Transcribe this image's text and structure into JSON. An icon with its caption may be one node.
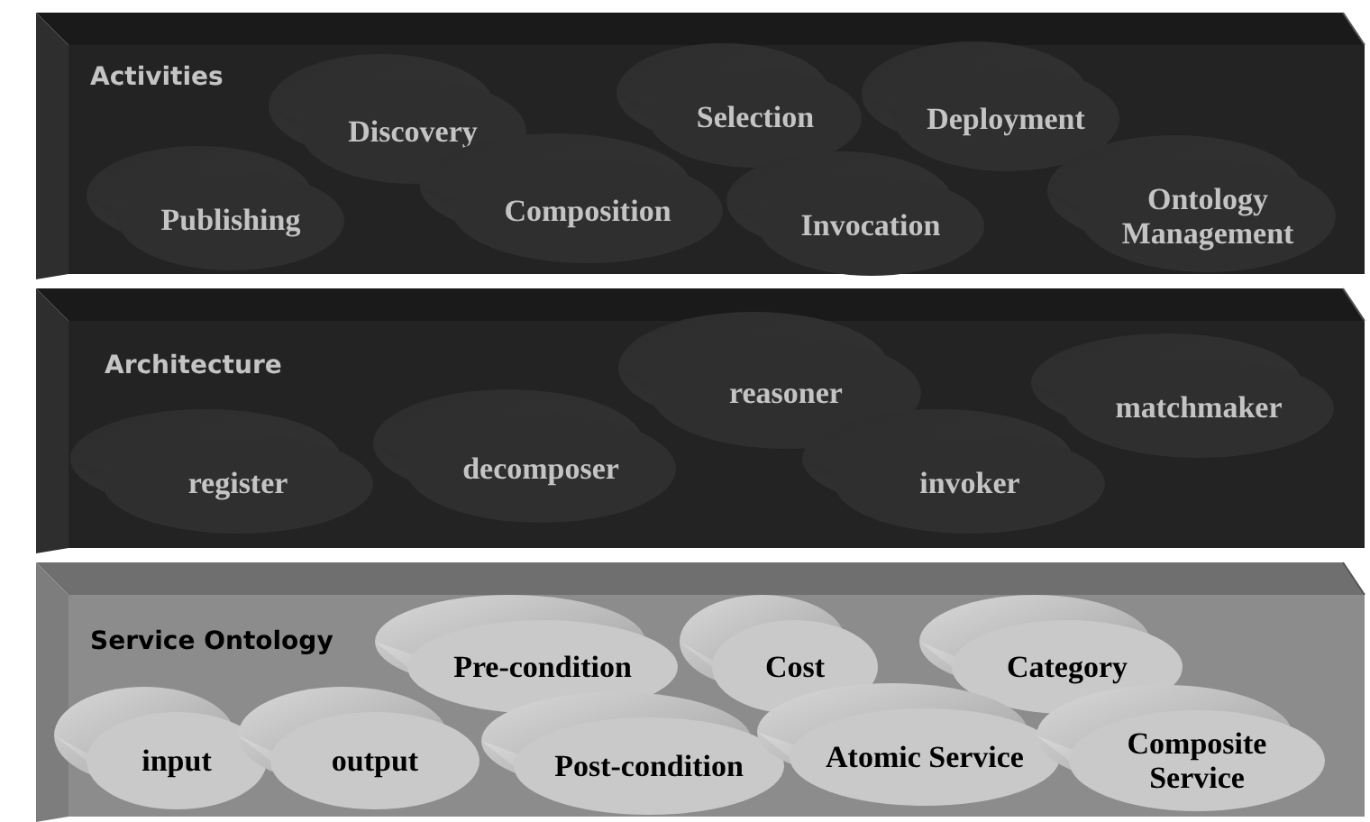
{
  "diagram": {
    "nodes": [
      {
        "text": [
          "Activities"
        ]
      },
      {
        "text": [
          "Discovery"
        ],
        "in": 0
      },
      {
        "text": [
          "Selection"
        ],
        "in": 0
      },
      {
        "text": [
          "Deployment"
        ],
        "in": 0
      },
      {
        "text": [
          "Publishing"
        ],
        "in": 0
      },
      {
        "text": [
          "Composition"
        ],
        "in": 0
      },
      {
        "text": [
          "Invocation"
        ],
        "in": 0
      },
      {
        "text": [
          "Ontology Management"
        ],
        "in": 0
      },
      {
        "text": [
          "Architecture"
        ]
      },
      {
        "text": [
          "reasoner"
        ],
        "in": 8
      },
      {
        "text": [
          "matchmaker"
        ],
        "in": 8
      },
      {
        "text": [
          "decomposer"
        ],
        "in": 8
      },
      {
        "text": [
          "register"
        ],
        "in": 8
      },
      {
        "text": [
          "invoker"
        ],
        "in": 8
      },
      {
        "text": [
          "Service Ontology"
        ]
      },
      {
        "text": [
          "Pre-condition"
        ],
        "in": 14
      },
      {
        "text": [
          "Cost"
        ],
        "in": 14
      },
      {
        "text": [
          "Category"
        ],
        "in": 14
      },
      {
        "text": [
          "input"
        ],
        "in": 14
      },
      {
        "text": [
          "output"
        ],
        "in": 14
      },
      {
        "text": [
          "Post-condition"
        ],
        "in": 14
      },
      {
        "text": [
          "Atomic Service"
        ],
        "in": 14
      },
      {
        "text": [
          "Composite Service"
        ],
        "in": 14
      }
    ]
  }
}
